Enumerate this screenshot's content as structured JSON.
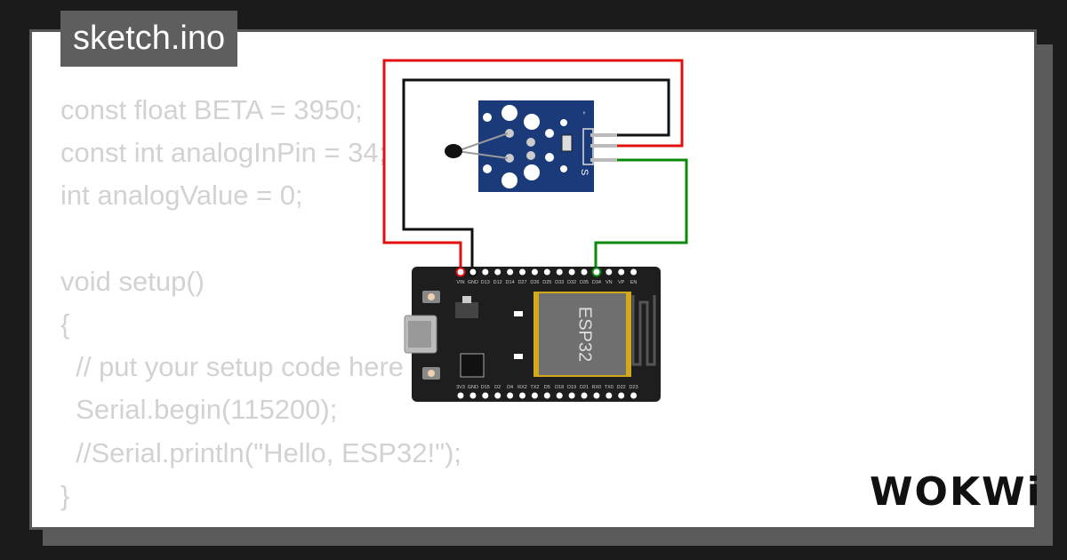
{
  "file_tab": {
    "label": "sketch.ino"
  },
  "code_lines": [
    "const float BETA = 3950;",
    "const int analogInPin = 34;",
    "int analogValue = 0;",
    "",
    "void setup()",
    "{",
    "  // put your setup code here",
    "  Serial.begin(115200);",
    "  //Serial.println(\"Hello, ESP32!\");",
    "}"
  ],
  "sensor": {
    "pins": [
      "-",
      "S"
    ]
  },
  "esp32": {
    "chip_label": "ESP32",
    "top_pins": [
      "VIN",
      "GND",
      "D13",
      "D12",
      "D14",
      "D27",
      "D26",
      "D25",
      "D33",
      "D32",
      "D35",
      "D34",
      "VN",
      "VP",
      "EN"
    ],
    "bottom_pins": [
      "3V3",
      "GND",
      "D15",
      "D2",
      "D4",
      "RX2",
      "TX2",
      "D5",
      "D18",
      "D19",
      "D21",
      "RX0",
      "TX0",
      "D22",
      "D23"
    ]
  },
  "wires": {
    "colors": {
      "vcc": "#e01010",
      "gnd": "#111111",
      "signal": "#0a8a0a"
    }
  },
  "brand": {
    "logo_text": "WOKWi"
  }
}
